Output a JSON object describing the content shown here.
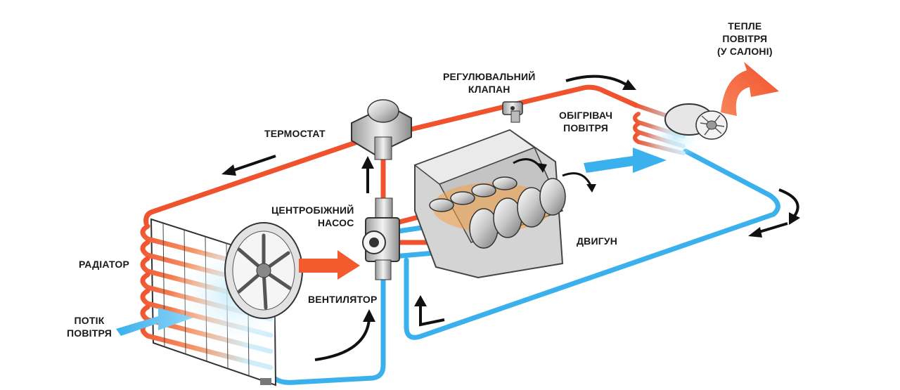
{
  "labels": {
    "warm_air": [
      "ТЕПЛЕ",
      "ПОВІТРЯ",
      "(У САЛОНІ)"
    ],
    "control_valve": [
      "РЕГУЛЮВАЛЬНИЙ",
      "КЛАПАН"
    ],
    "heater": [
      "ОБІГРІВАЧ",
      "ПОВІТРЯ"
    ],
    "thermostat": "ТЕРМОСТАТ",
    "pump": [
      "ЦЕНТРОБІЖНИЙ",
      "НАСОС"
    ],
    "engine": "ДВИГУН",
    "radiator": "РАДІАТОР",
    "fan": "ВЕНТИЛЯТОР",
    "airflow": [
      "ПОТІК",
      "ПОВІТРЯ"
    ]
  },
  "colors": {
    "hot_coolant": "#f0522d",
    "cold_coolant": "#3ab0ec",
    "air_arrow_cold": "#4ab8ee",
    "air_arrow_hot": "#f35a2e",
    "engine_gray": "#d4d4d4",
    "flow_arrow": "#111111"
  }
}
